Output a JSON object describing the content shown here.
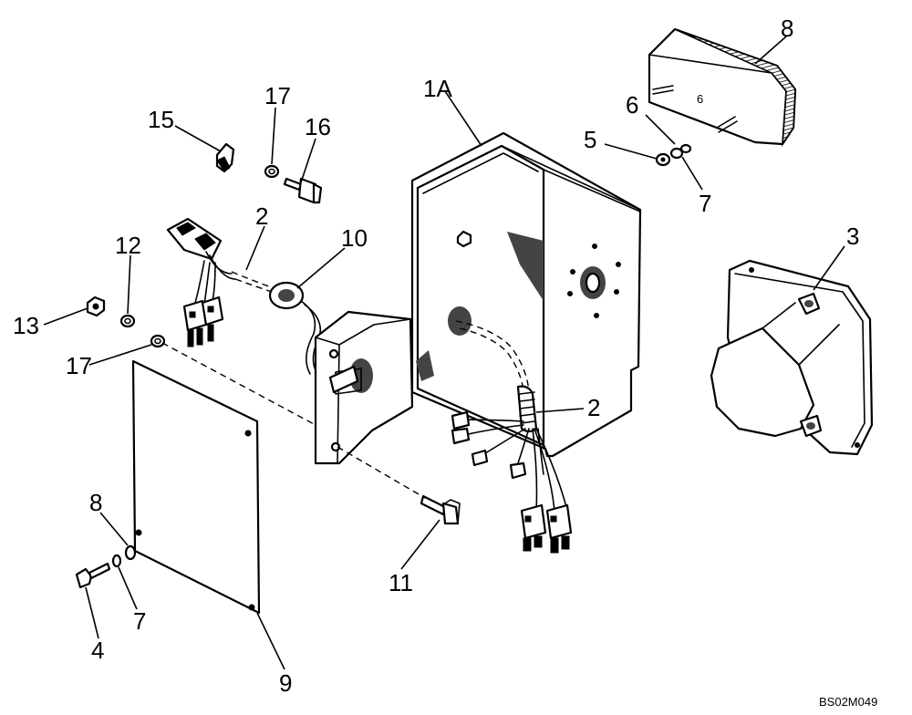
{
  "figure": {
    "code": "BS02M049",
    "lamp_label": "6"
  },
  "callouts": {
    "c_1A": "1A",
    "c_2_upper": "2",
    "c_2_right": "2",
    "c_3": "3",
    "c_4": "4",
    "c_5": "5",
    "c_6": "6",
    "c_7_right": "7",
    "c_7_left": "7",
    "c_8_top": "8",
    "c_8_left": "8",
    "c_9": "9",
    "c_10": "10",
    "c_11": "11",
    "c_12": "12",
    "c_13": "13",
    "c_15": "15",
    "c_16": "16",
    "c_17_top": "17",
    "c_17_left": "17"
  }
}
